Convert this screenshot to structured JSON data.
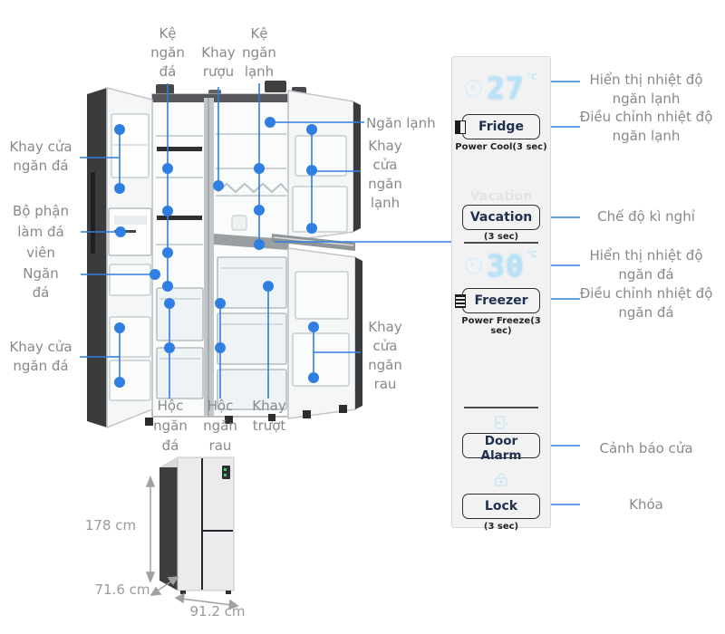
{
  "colors": {
    "accent_blue": "#2f7ee2",
    "label_gray": "#87898c",
    "led_blue": "#b9e2f7"
  },
  "callouts": {
    "ke_ngan_da": "Kệ\nngăn\nđá",
    "khay_ruou": "Khay\nrượu",
    "ke_ngan_lanh": "Kệ\nngăn\nlạnh",
    "khay_cua_ngan_da_top": "Khay cửa\nngăn đá",
    "bo_phan_lam_da_vien": "Bộ phận\nlàm đá\nviên",
    "ngan_da": "Ngăn\nđá",
    "khay_cua_ngan_da_bottom": "Khay cửa\nngăn đá",
    "hoc_ngan_da": "Hộc\nngăn\nđá",
    "hoc_ngan_rau": "Hộc\nngăn\nrau",
    "khay_truot": "Khay\ntrượt",
    "ngan_lanh": "Ngăn lạnh",
    "khay_cua_ngan_lanh": "Khay\ncửa\nngăn\nlạnh",
    "khay_cua_ngan_rau": "Khay\ncửa\nngăn\nrau"
  },
  "panel": {
    "fridge_display": {
      "value": "27",
      "unit": "°C"
    },
    "fridge_button": "Fridge",
    "fridge_sub": "Power Cool(3 sec)",
    "vacation_ghost": "Vacation",
    "vacation_button": "Vacation",
    "vacation_sub": "(3 sec)",
    "freezer_display": {
      "value": "30",
      "unit": "°C"
    },
    "freezer_button": "Freezer",
    "freezer_sub": "Power Freeze(3 sec)",
    "door_alarm_button": "Door Alarm",
    "lock_button": "Lock",
    "lock_sub": "(3 sec)"
  },
  "panel_labels": {
    "fridge_display_label": "Hiển thị nhiệt độ\nngăn lạnh",
    "fridge_adjust_label": "Điều chỉnh nhiệt độ\nngăn lạnh",
    "vacation_label": "Chế độ kì nghỉ",
    "freezer_display_label": "Hiển thị nhiệt độ\nngăn đá",
    "freezer_adjust_label": "Điều chỉnh nhiệt độ\nngăn đá",
    "door_alarm_label": "Cảnh báo cửa",
    "lock_label": "Khóa"
  },
  "dimensions": {
    "height": "178 cm",
    "depth": "71.6 cm",
    "width": "91.2 cm"
  }
}
